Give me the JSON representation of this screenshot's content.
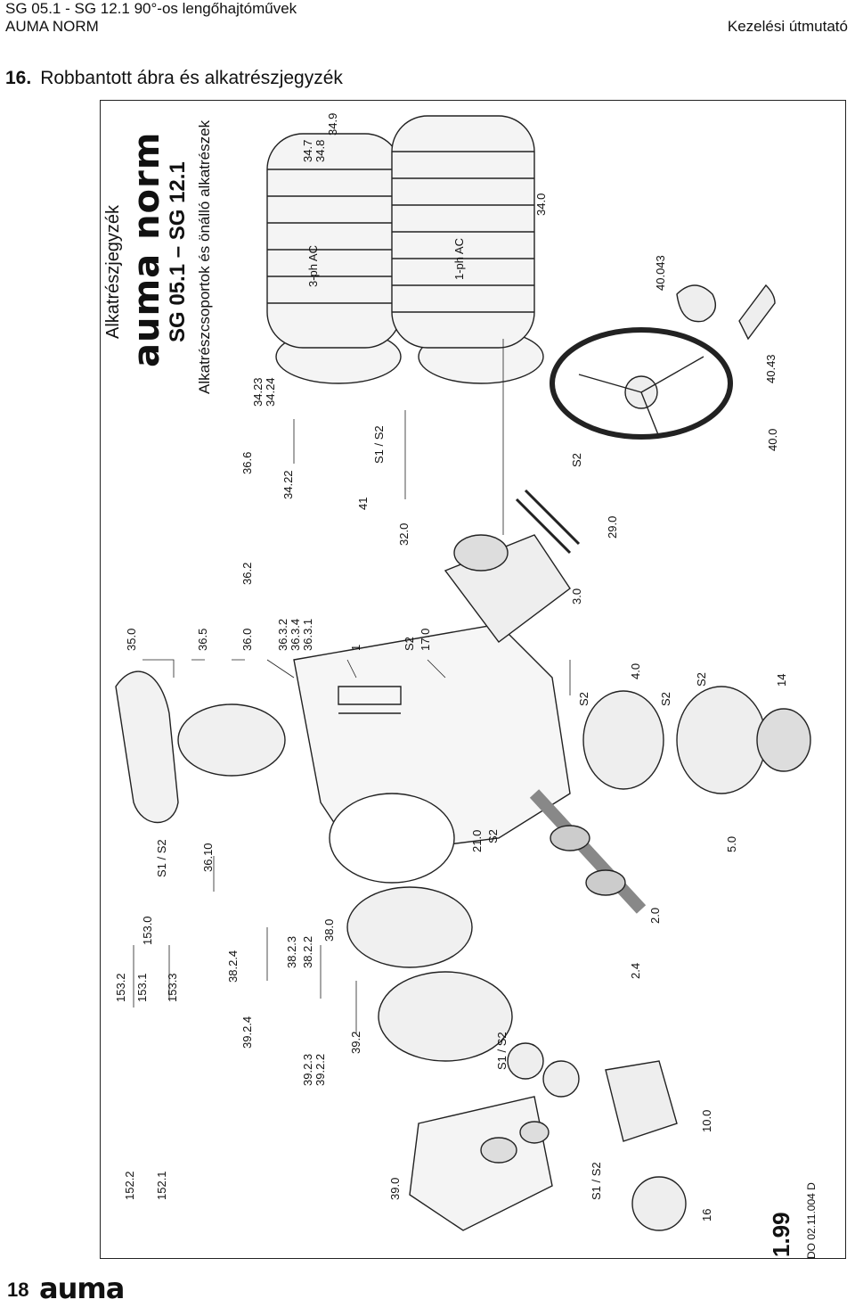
{
  "header": {
    "line1": "SG 05.1 - SG 12.1  90°-os lengőhajtóművek",
    "line2": "AUMA NORM",
    "right": "Kezelési útmutató"
  },
  "section": {
    "number": "16.",
    "title": "Robbantott ábra és alkatrészjegyzék"
  },
  "sidebar": {
    "label1": "Alkatrészjegyzék",
    "logo": "auma norm",
    "model": "SG 05.1 – SG 12.1",
    "subtitle": "Alkatrészcsoportok és önálló alkatrészek"
  },
  "parts": [
    "35.0",
    "36.5",
    "36.0",
    "36.2",
    "36.6",
    "36.3.2",
    "36.3.4",
    "36.3.1",
    "34.23",
    "34.24",
    "34.22",
    "3-ph AC",
    "34.7",
    "34.8",
    "34.9",
    "1-ph AC",
    "34.0",
    "41",
    "S1 / S2",
    "32.0",
    "1",
    "S2",
    "17.0",
    "3.0",
    "29.0",
    "S2",
    "40.043",
    "40.43",
    "40.0",
    "4.0",
    "S2",
    "S2",
    "S2",
    "14",
    "5.0",
    "21.0",
    "S2",
    "153.2",
    "153.1",
    "153.3",
    "153.0",
    "S1 / S2",
    "36.10",
    "38.2.4",
    "38.2.3",
    "38.2.2",
    "38.0",
    "39.2.4",
    "39.2.3",
    "39.2.2",
    "39.2",
    "S1 / S2",
    "2.4",
    "2.0",
    "152.2",
    "152.1",
    "39.0",
    "S1 / S2",
    "10.0",
    "16"
  ],
  "revision": "1.99",
  "docnum": "DO 02.11.004 D",
  "footer": {
    "page": "18",
    "logo": "auma"
  }
}
